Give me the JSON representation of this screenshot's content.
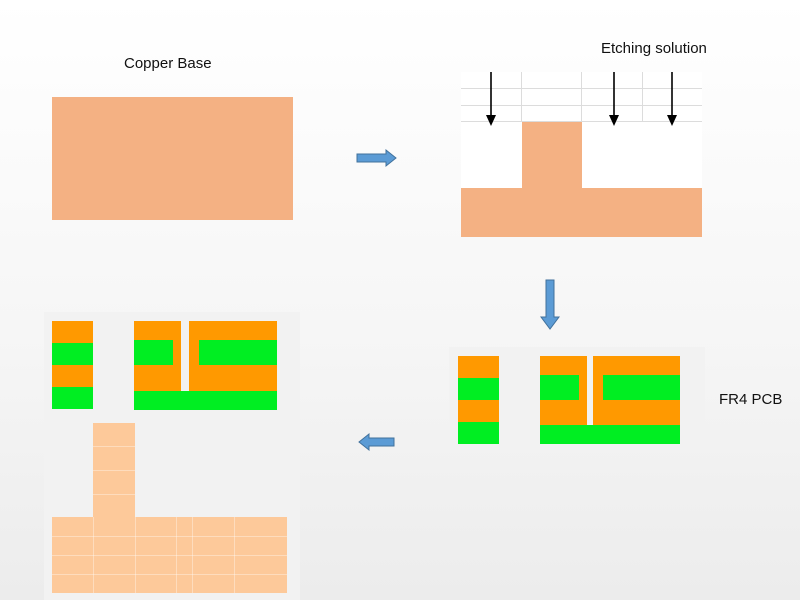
{
  "labels": {
    "copper_base": "Copper Base",
    "etching_solution": "Etching solution",
    "fr4_pcb": "FR4 PCB"
  },
  "colors": {
    "copper": "#f4b183",
    "light_copper": "#fdc99a",
    "orange_layer": "#ff9900",
    "green_layer": "#00ee22",
    "arrow_fill": "#5b9bd5",
    "arrow_stroke": "#41719c"
  },
  "icons": [
    "right-arrow-icon",
    "down-arrow-icon",
    "left-arrow-icon",
    "etch-arrow-icon"
  ]
}
